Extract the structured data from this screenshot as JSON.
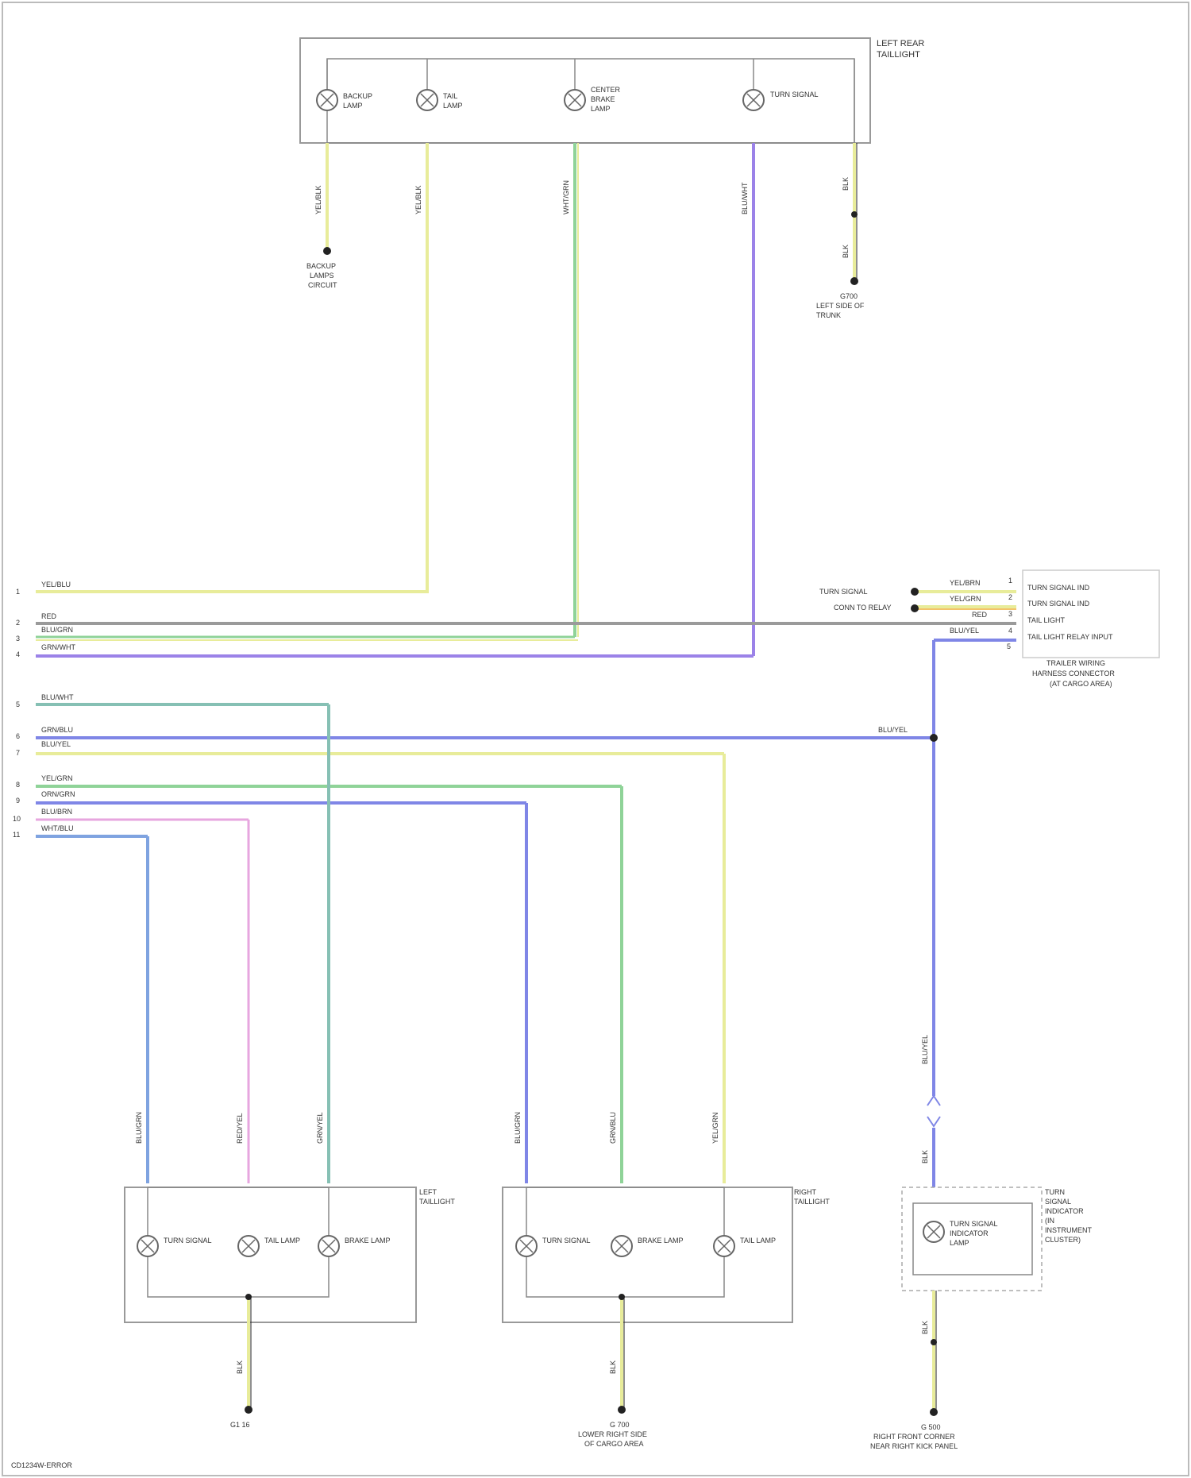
{
  "rear_top": {
    "title_l1": "LEFT REAR",
    "title_l2": "TAILLIGHT",
    "lamps": [
      {
        "l1": "BACKUP",
        "l2": "LAMP"
      },
      {
        "l1": "TAIL",
        "l2": "LAMP"
      },
      {
        "l1": "CENTER",
        "l2": "BRAKE",
        "l3": "LAMP"
      },
      {
        "l1": "TURN SIGNAL",
        "l2": ""
      }
    ],
    "wires": [
      "YEL/BLK",
      "YEL/BLK",
      "WHT/GRN",
      "BLU/WHT",
      "BLK"
    ],
    "dest_left": [
      "BACKUP",
      "LAMPS",
      "CIRCUIT"
    ],
    "dest_right": [
      "G700",
      "LEFT SIDE OF",
      "TRUNK"
    ],
    "blk_lower": "BLK"
  },
  "harness_left": {
    "pins": [
      "1",
      "2",
      "3",
      "4",
      "5",
      "6",
      "7",
      "8",
      "9",
      "10",
      "11"
    ],
    "labels": [
      "YEL/BLU",
      "RED",
      "BLU/GRN",
      "GRN/WHT",
      "BLU/WHT",
      "GRN/BLU",
      "BLU/YEL",
      "YEL/GRN",
      "ORN/GRN",
      "BLU/BRN",
      "WHT/BLU",
      "GRN/WHT",
      "BLU/GRN"
    ]
  },
  "module_right": {
    "pins": [
      "1",
      "2",
      "3",
      "4",
      "5"
    ],
    "pin_labels": [
      "TURN SIGNAL IND",
      "TURN SIGNAL IND",
      "TAIL LIGHT",
      "TAIL LIGHT RELAY INPUT",
      "INPUT"
    ],
    "wire_labels": [
      "YEL/BRN",
      "YEL/GRN",
      "RED",
      "BLU/YEL"
    ],
    "side_labels": [
      "TURN SIGNAL",
      "CONN TO RELAY"
    ],
    "title": [
      "TRAILER WIRING",
      "HARNESS CONNECTOR",
      "(AT CARGO AREA)"
    ],
    "bus_label": "BLU/YEL"
  },
  "bottom": {
    "left_taillight": {
      "title_l1": "LEFT",
      "title_l2": "TAILLIGHT",
      "lamps": [
        "TURN SIGNAL",
        "TAIL LAMP",
        "BRAKE LAMP"
      ]
    },
    "right_taillight": {
      "title_l1": "RIGHT",
      "title_l2": "TAILLIGHT",
      "lamps": [
        "TURN SIGNAL",
        "BRAKE LAMP",
        "TAIL LAMP"
      ]
    },
    "indicator": {
      "title": [
        "TURN",
        "SIGNAL",
        "INDICATOR",
        "(IN",
        "INSTRUMENT",
        "CLUSTER)"
      ],
      "lamp": [
        "TURN SIGNAL",
        "INDICATOR",
        "LAMP"
      ]
    },
    "vert_wires": [
      "BLU/GRN",
      "RED/YEL",
      "GRN/YEL",
      "BLU/GRN",
      "GRN/BLU",
      "YEL/GRN",
      "BLU/YEL",
      "BLK",
      "BLK",
      "BLK",
      "BLK"
    ],
    "dest_left": "G1 16",
    "dest_mid": [
      "G 700",
      "LOWER RIGHT SIDE",
      "OF CARGO AREA"
    ],
    "dest_right": [
      "G 500",
      "RIGHT FRONT CORNER",
      "NEAR RIGHT KICK PANEL"
    ]
  },
  "footer": "CD1234W-ERROR",
  "colors": {
    "yellow": "#e8ec9a",
    "purple": "#9b82e8",
    "blue": "#7f86e6",
    "lightblue": "#7fa3e0",
    "green": "#8fd398",
    "pink": "#e7a6df",
    "teal": "#86c0b4",
    "gray": "#9a9a9a",
    "orange": "#f3c36a"
  }
}
